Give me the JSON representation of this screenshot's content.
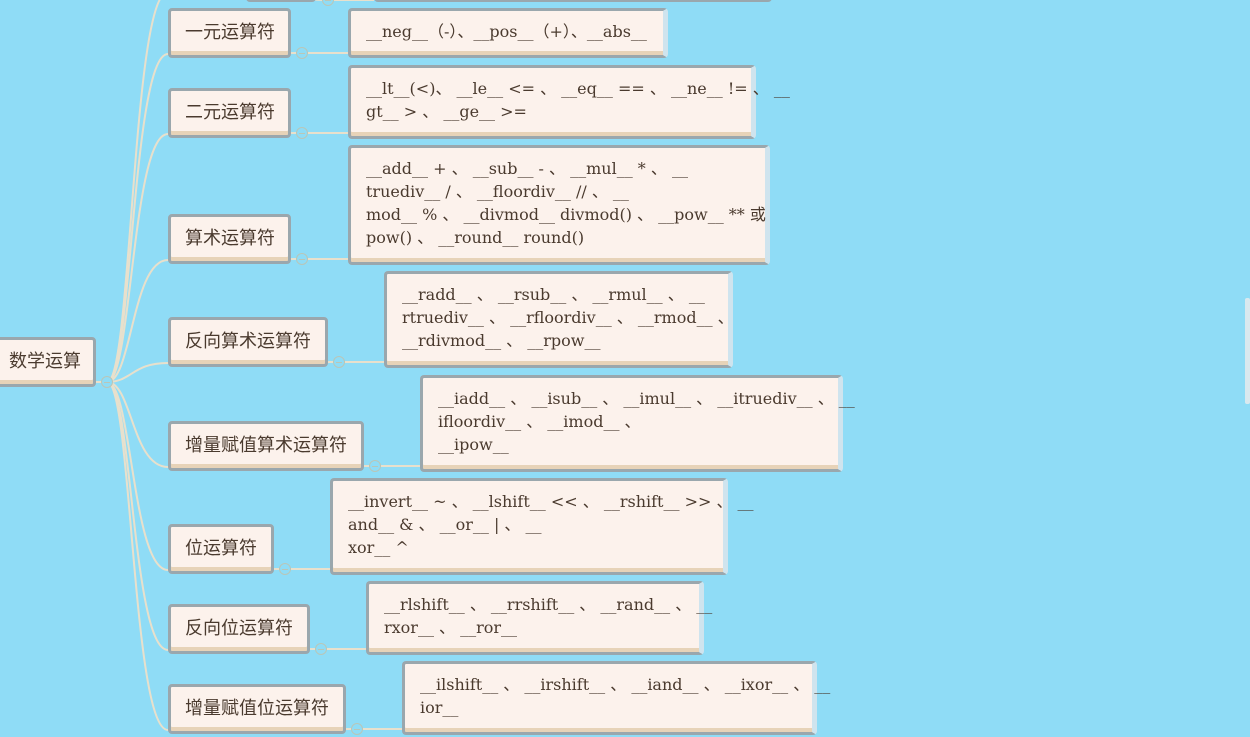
{
  "root": {
    "label": "数学运算"
  },
  "categories": [
    {
      "label": "一元运算符",
      "detail": [
        "__neg__（-）、__pos__（+）、__abs__"
      ]
    },
    {
      "label": "二元运算符",
      "detail": [
        "__lt__(<)、 __le__ <= 、 __eq__ == 、 __ne__ != 、 __",
        "gt__ > 、 __ge__ >="
      ]
    },
    {
      "label": "算术运算符",
      "detail": [
        "__add__ + 、 __sub__ - 、 __mul__ * 、 __",
        "truediv__ / 、 __floordiv__ // 、 __",
        "mod__ % 、 __divmod__ divmod() 、 __pow__ ** 或",
        "pow() 、 __round__ round()"
      ]
    },
    {
      "label": "反向算术运算符",
      "detail": [
        "__radd__ 、 __rsub__ 、 __rmul__ 、 __",
        "rtruediv__ 、 __rfloordiv__ 、 __rmod__ 、",
        "__rdivmod__ 、 __rpow__"
      ]
    },
    {
      "label": "增量赋值算术运算符",
      "detail": [
        "__iadd__ 、 __isub__ 、 __imul__ 、 __itruediv__ 、 __",
        "ifloordiv__ 、 __imod__ 、",
        "__ipow__"
      ]
    },
    {
      "label": "位运算符",
      "detail": [
        "__invert__ ~ 、 __lshift__ << 、 __rshift__ >> 、 __",
        "and__ & 、 __or__ | 、 __",
        "xor__ ^"
      ]
    },
    {
      "label": "反向位运算符",
      "detail": [
        "__rlshift__ 、 __rrshift__ 、 __rand__ 、 __",
        "rxor__ 、 __ror__"
      ]
    },
    {
      "label": "增量赋值位运算符",
      "detail": [
        "__ilshift__ 、 __irshift__ 、 __iand__ 、 __ixor__ 、 __",
        "ior__"
      ]
    }
  ],
  "colors": {
    "background": "#8fdcf6",
    "node_fill": "#fcf2ec",
    "node_border": "#9aa7ad",
    "link": "#e8e0cc"
  }
}
